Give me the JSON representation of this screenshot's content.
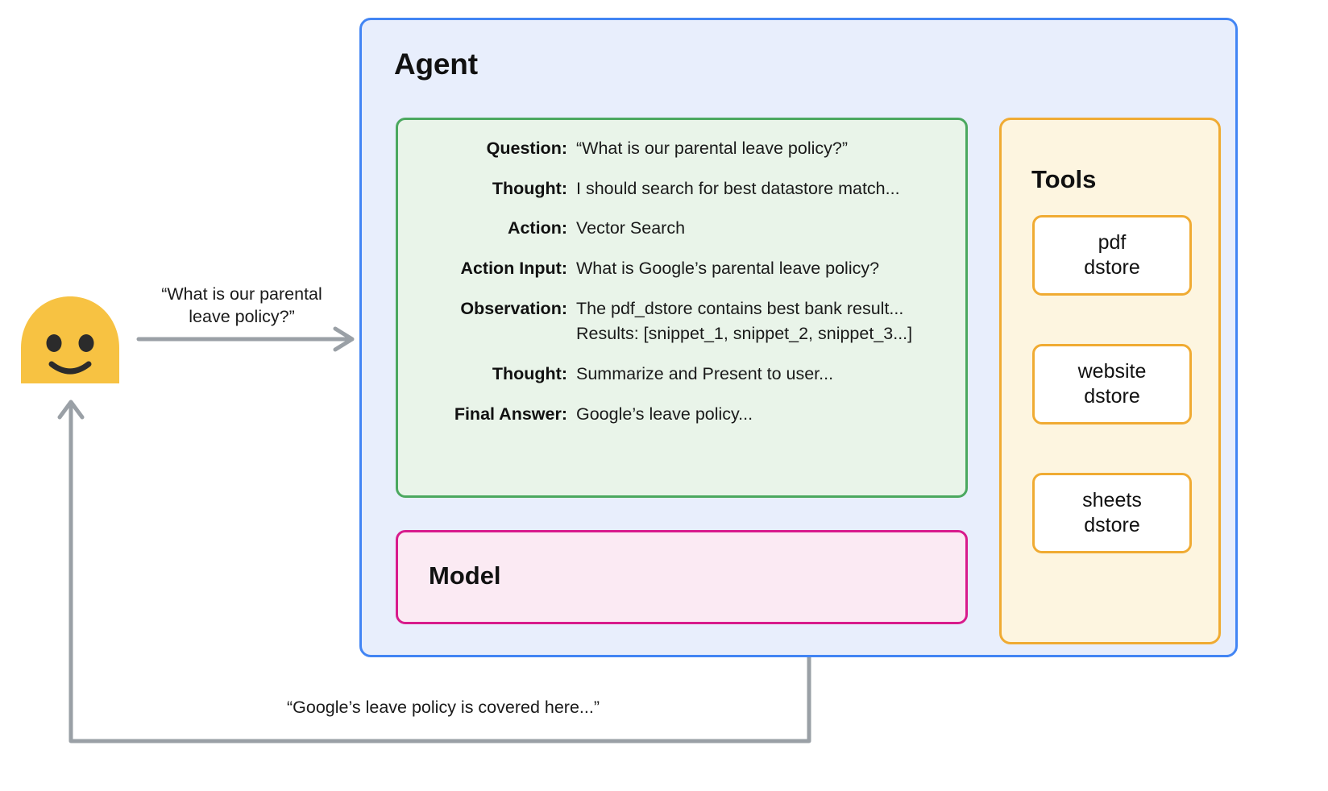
{
  "agent": {
    "title": "Agent",
    "border_color": "#4285f4",
    "fill_color": "#e8eefc"
  },
  "react_trace": {
    "border_color": "#4ba85f",
    "fill_color": "#e9f4e9",
    "rows": [
      {
        "label": "Question:",
        "value": "“What is our parental leave policy?”",
        "sub": ""
      },
      {
        "label": "Thought:",
        "value": "I should search for best datastore match...",
        "sub": ""
      },
      {
        "label": "Action:",
        "value": "Vector Search",
        "sub": ""
      },
      {
        "label": "Action Input:",
        "value": "What is Google’s parental leave policy?",
        "sub": ""
      },
      {
        "label": "Observation:",
        "value": "The pdf_dstore contains best bank result...",
        "sub": "Results: [snippet_1, snippet_2, snippet_3...]"
      },
      {
        "label": "Thought:",
        "value": "Summarize and Present to user...",
        "sub": ""
      },
      {
        "label": "Final Answer:",
        "value": "Google’s leave policy...",
        "sub": ""
      }
    ]
  },
  "model": {
    "title": "Model",
    "border_color": "#d81b8c",
    "fill_color": "#fbeaf3"
  },
  "tools": {
    "title": "Tools",
    "border_color": "#f0ab33",
    "fill_color": "#fdf5e0",
    "cards": [
      {
        "line1": "pdf",
        "line2": "dstore"
      },
      {
        "line1": "website",
        "line2": "dstore"
      },
      {
        "line1": "sheets",
        "line2": "dstore"
      }
    ]
  },
  "user": {
    "avatar_color": "#f7c242",
    "question": "“What is our parental\nleave policy?”",
    "question_line1": "“What is our parental",
    "question_line2": "leave policy?”",
    "answer": "“Google’s leave policy is covered here...”"
  },
  "connectors": {
    "arrow_color": "#9aa0a6",
    "dotted_color": "#9aa0a6"
  }
}
